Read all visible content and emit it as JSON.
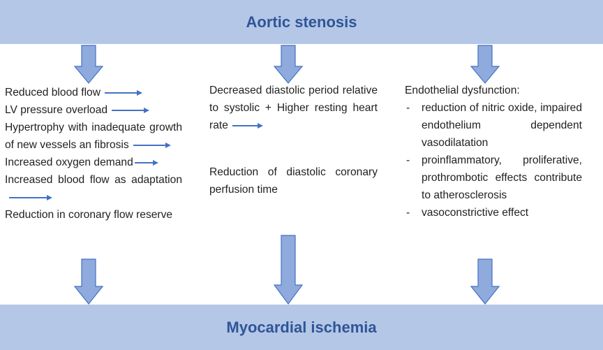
{
  "top_banner": {
    "title": "Aortic stenosis"
  },
  "bottom_banner": {
    "title": "Myocardial ischemia"
  },
  "left_column": {
    "line1": "Reduced blood flow",
    "line2": "LV pressure overload",
    "line3": "Hypertrophy with inadequate growth of new vessels an fibrosis",
    "line4": "Increased oxygen demand",
    "line5": "Increased blood flow as adaptation",
    "line6": "Reduction in coronary flow reserve"
  },
  "middle_column": {
    "paragraph1": "Decreased diastolic period relative to systolic + Higher resting heart rate",
    "paragraph2": "Reduction of diastolic coronary perfusion time"
  },
  "right_column": {
    "heading": "Endothelial dysfunction:",
    "items": [
      "reduction of nitric oxide, impaired endothelium dependent vasodilatation",
      "proinflammatory, proliferative, prothrombotic effects contribute to atherosclerosis",
      "vasoconstrictive effect"
    ]
  },
  "colors": {
    "banner_fill": "#b4c7e7",
    "banner_text": "#2f5597",
    "arrow_fill": "#8faadc",
    "arrow_stroke": "#4472c4",
    "inline_arrow": "#4472c4"
  },
  "icons": {
    "block_arrow": "down-arrow-icon",
    "inline_arrow": "right-arrow-icon"
  }
}
